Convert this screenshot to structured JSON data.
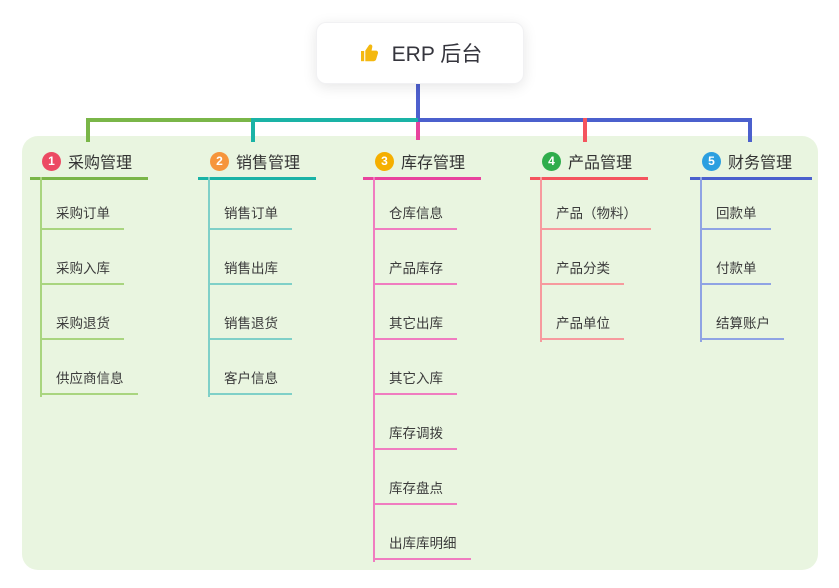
{
  "root": {
    "title": "ERP 后台",
    "icon": "thumbs-up-icon",
    "icon_color": "#f4b810"
  },
  "panel": {
    "bg_color": "#e9f5e0"
  },
  "connector": {
    "root_color": "#4e60ce"
  },
  "branches": [
    {
      "num": "1",
      "label": "采购管理",
      "badge_color": "#ec4a63",
      "line_color": "#7ab648",
      "child_line_color": "#a9d57f",
      "children": [
        "采购订单",
        "采购入库",
        "采购退货",
        "供应商信息"
      ]
    },
    {
      "num": "2",
      "label": "销售管理",
      "badge_color": "#f6953c",
      "line_color": "#1ab3a6",
      "child_line_color": "#7fd0c8",
      "children": [
        "销售订单",
        "销售出库",
        "销售退货",
        "客户信息"
      ]
    },
    {
      "num": "3",
      "label": "库存管理",
      "badge_color": "#f5af00",
      "line_color": "#e8439e",
      "child_line_color": "#f07cc0",
      "children": [
        "仓库信息",
        "产品库存",
        "其它出库",
        "其它入库",
        "库存调拨",
        "库存盘点",
        "出库库明细"
      ]
    },
    {
      "num": "4",
      "label": "产品管理",
      "badge_color": "#2fad4c",
      "line_color": "#f4545e",
      "child_line_color": "#f79a9e",
      "children": [
        "产品（物料）",
        "产品分类",
        "产品单位"
      ]
    },
    {
      "num": "5",
      "label": "财务管理",
      "badge_color": "#2b9fe0",
      "line_color": "#4b60cd",
      "child_line_color": "#8fa3e4",
      "children": [
        "回款单",
        "付款单",
        "结算账户"
      ]
    }
  ]
}
